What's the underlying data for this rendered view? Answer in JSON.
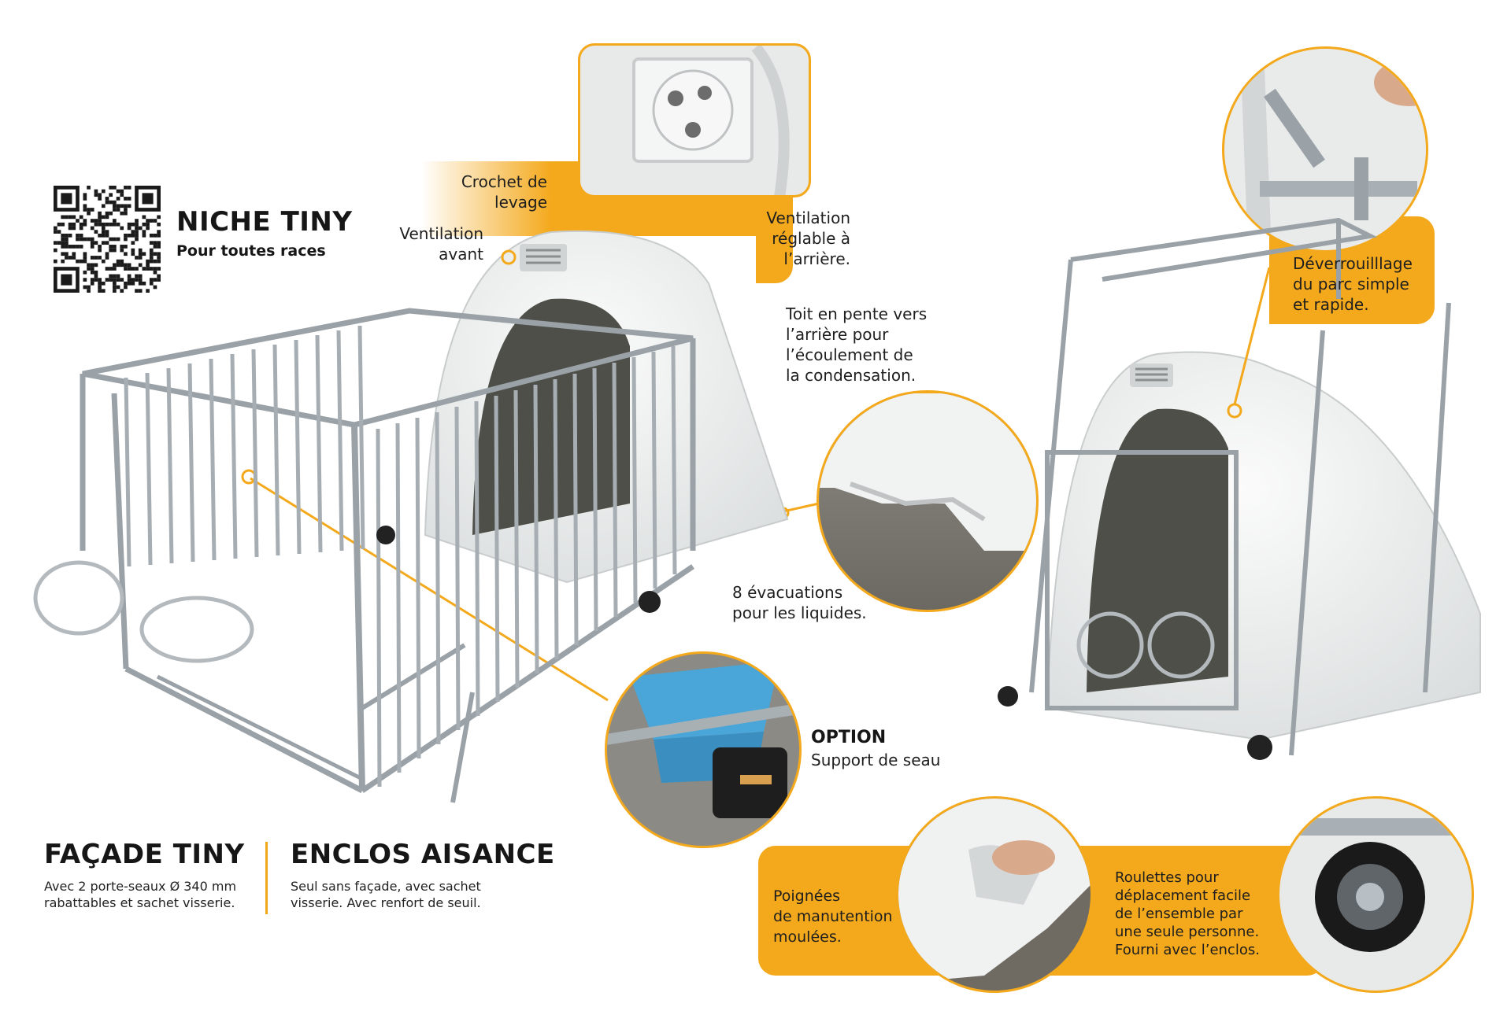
{
  "colors": {
    "accent": "#f4a91c",
    "metal": "#9aa2a8",
    "plastic": "#eceeee",
    "text": "#1e1e1e"
  },
  "niche": {
    "title": "NICHE TINY",
    "subtitle": "Pour toutes races"
  },
  "callouts": {
    "crochet": "Crochet de\nlevage",
    "ventilation_avant": "Ventilation\navant",
    "ventilation_arriere": "Ventilation\nréglable à\nl’arrière.",
    "toit": "Toit en pente vers\nl’arrière pour\nl’écoulement de\nla condensation.",
    "evacuations": "8 évacuations\npour les liquides.",
    "deverrouillage": "Déverrouilllage\ndu parc simple\net rapide.",
    "option_title": "OPTION",
    "option_text": "Support de seau",
    "poignees": "Poignées\nde manutention\nmoulées.",
    "roulettes": "Roulettes pour\ndéplacement facile\nde l’ensemble par\nune seule personne.\nFourni avec l’enclos."
  },
  "facade": {
    "title": "FAÇADE TINY",
    "text": "Avec 2 porte-seaux Ø 340 mm\nrabattables et sachet visserie."
  },
  "enclos": {
    "title": "ENCLOS AISANCE",
    "text": "Seul sans façade, avec sachet\nvisserie. Avec renfort de seuil."
  },
  "icons": [
    "qr-code",
    "ventilation-detail-photo",
    "drain-detail-photo",
    "bucket-support-photo",
    "latch-detail-photo",
    "handle-detail-photo",
    "wheel-detail-photo"
  ]
}
